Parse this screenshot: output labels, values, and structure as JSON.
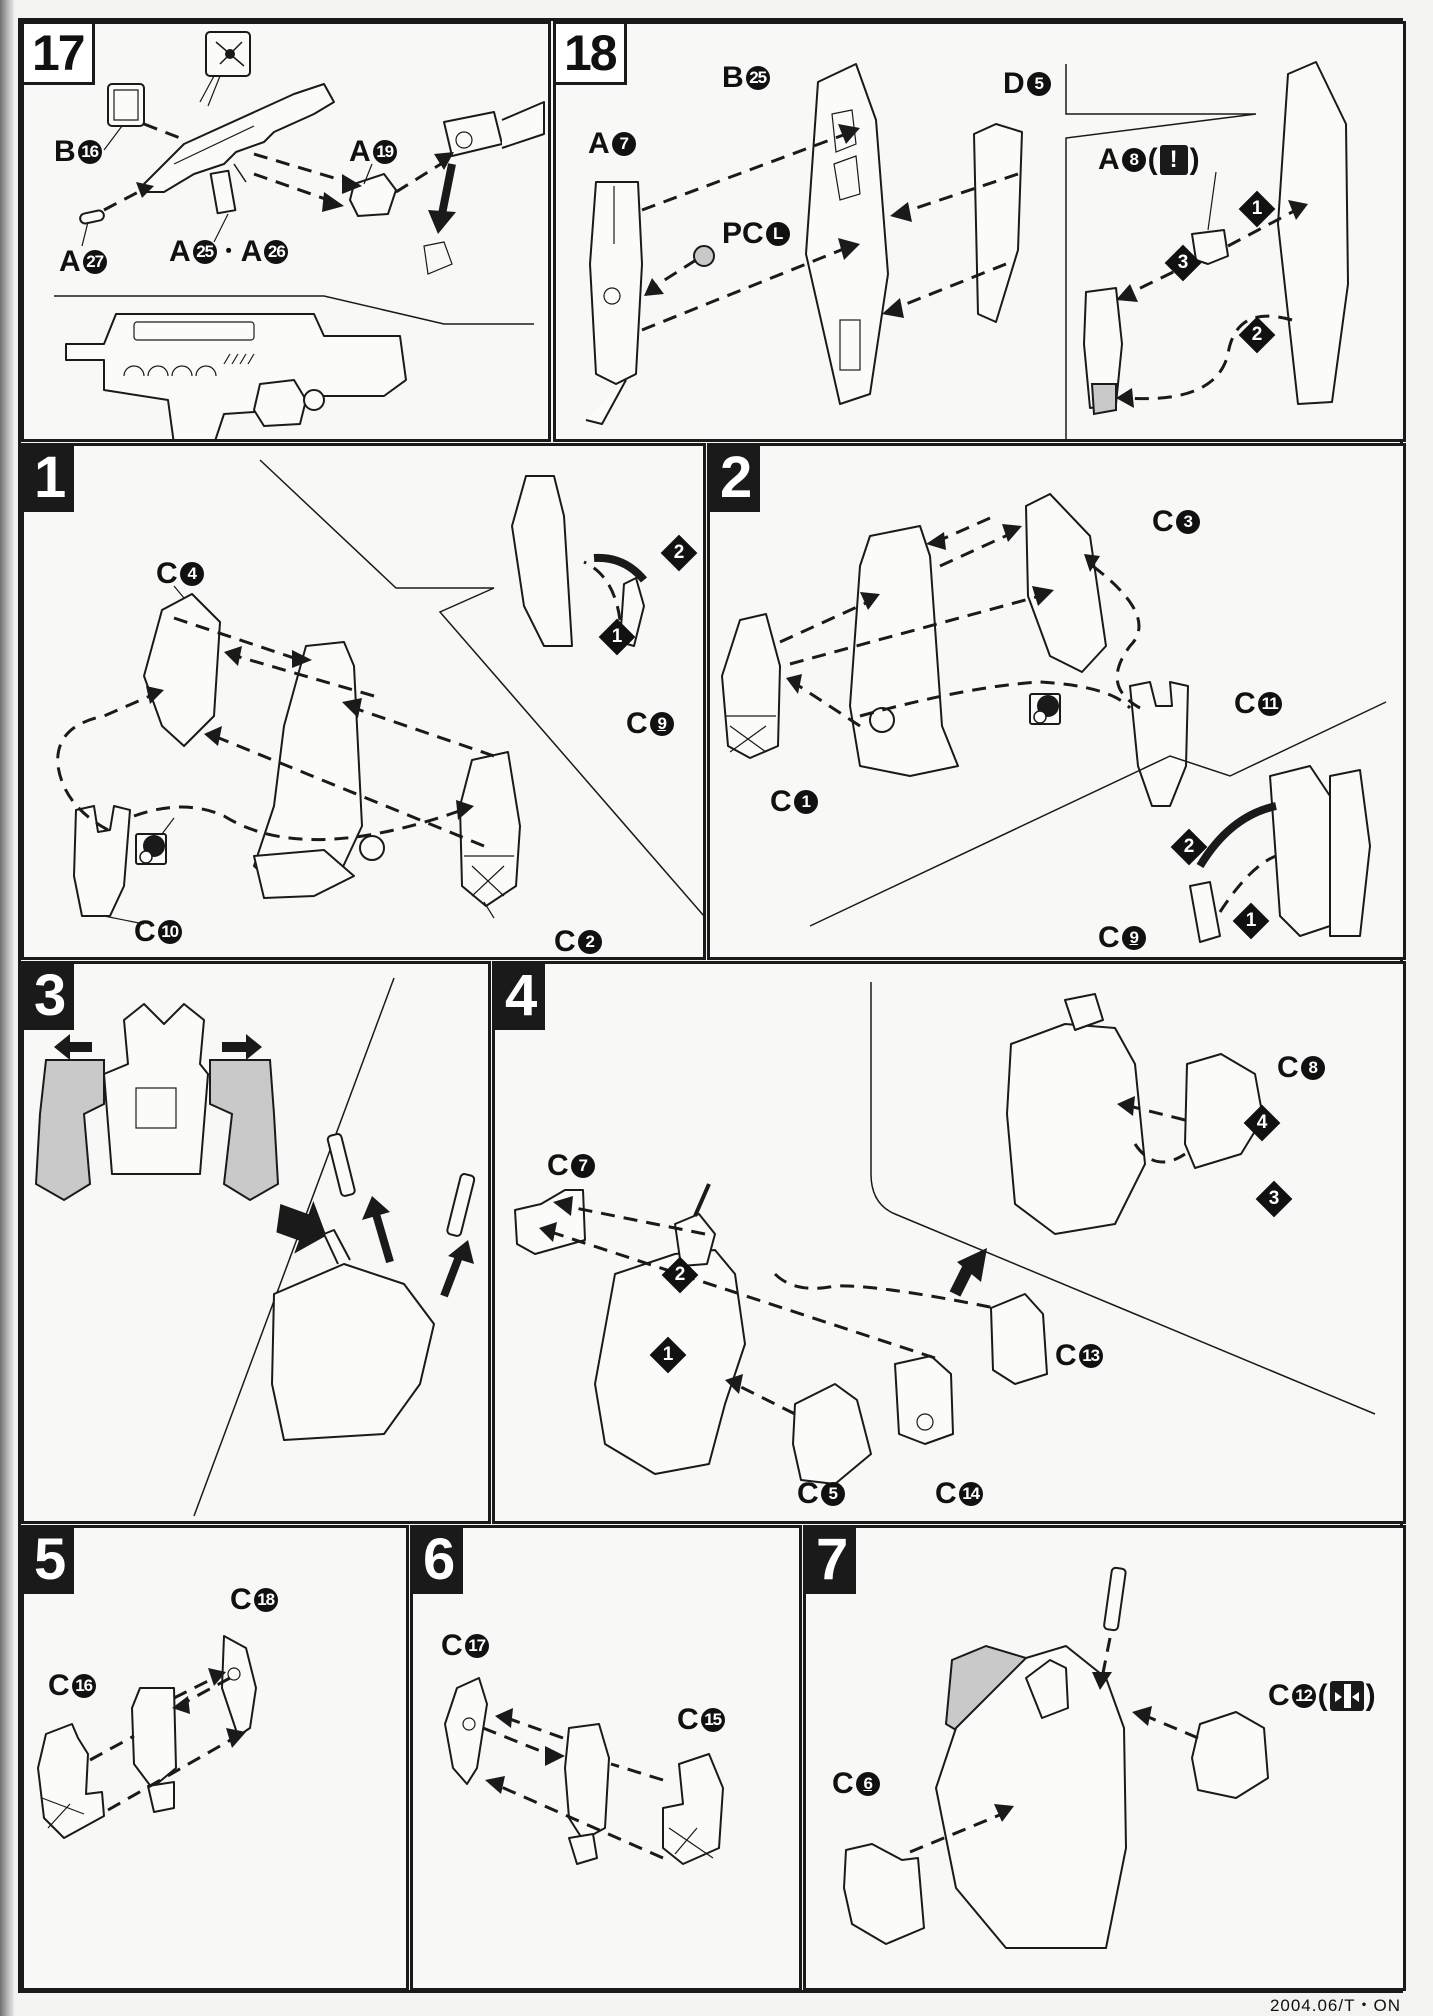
{
  "document": {
    "type": "model kit assembly instructions",
    "footer_code": "2004.06/T・ON"
  },
  "steps": [
    {
      "id": "17",
      "number": "17",
      "style": "outline",
      "parts": [
        {
          "label": "B",
          "num": "16"
        },
        {
          "label": "A",
          "num": "19"
        },
        {
          "label": "A",
          "num": "27"
        },
        {
          "label": "A",
          "num": "25",
          "joiner": "・",
          "label2": "A",
          "num2": "26"
        }
      ],
      "icons": [
        "nipper-cut-icon"
      ]
    },
    {
      "id": "18",
      "number": "18",
      "style": "outline",
      "parts": [
        {
          "label": "A",
          "num": "7"
        },
        {
          "label": "B",
          "num": "25"
        },
        {
          "label": "D",
          "num": "5"
        },
        {
          "label": "PC",
          "num": "L"
        },
        {
          "label": "A",
          "num": "8",
          "note_icon": "!"
        }
      ],
      "order_markers": [
        "1",
        "2",
        "3"
      ]
    },
    {
      "id": "1",
      "number": "1",
      "parts": [
        {
          "label": "C",
          "num": "4"
        },
        {
          "label": "C",
          "num": "10"
        },
        {
          "label": "C",
          "num": "2"
        },
        {
          "label": "C",
          "num": "9",
          "underlined": true
        }
      ],
      "order_markers": [
        "1",
        "2"
      ],
      "icons": [
        "polycap-joint-icon"
      ]
    },
    {
      "id": "2",
      "number": "2",
      "parts": [
        {
          "label": "C",
          "num": "3"
        },
        {
          "label": "C",
          "num": "1"
        },
        {
          "label": "C",
          "num": "11"
        },
        {
          "label": "C",
          "num": "9",
          "underlined": true
        }
      ],
      "order_markers": [
        "1",
        "2"
      ],
      "icons": [
        "polycap-joint-icon"
      ]
    },
    {
      "id": "3",
      "number": "3",
      "parts": [],
      "icons": [
        "arrow-left-icon",
        "arrow-right-icon",
        "arrow-next-icon",
        "arrow-up-icon"
      ]
    },
    {
      "id": "4",
      "number": "4",
      "parts": [
        {
          "label": "C",
          "num": "7"
        },
        {
          "label": "C",
          "num": "8"
        },
        {
          "label": "C",
          "num": "5"
        },
        {
          "label": "C",
          "num": "14"
        },
        {
          "label": "C",
          "num": "13"
        }
      ],
      "order_markers": [
        "1",
        "2",
        "3",
        "4"
      ]
    },
    {
      "id": "5",
      "number": "5",
      "parts": [
        {
          "label": "C",
          "num": "16"
        },
        {
          "label": "C",
          "num": "18"
        }
      ]
    },
    {
      "id": "6",
      "number": "6",
      "parts": [
        {
          "label": "C",
          "num": "17"
        },
        {
          "label": "C",
          "num": "15"
        }
      ]
    },
    {
      "id": "7",
      "number": "7",
      "parts": [
        {
          "label": "C",
          "num": "6",
          "underlined": true
        },
        {
          "label": "C",
          "num": "12",
          "note_icon": "press-fit"
        }
      ]
    }
  ],
  "colors": {
    "ink": "#1a1a1a",
    "paper": "#f7f7f5",
    "shade": "#c9c9c9"
  }
}
